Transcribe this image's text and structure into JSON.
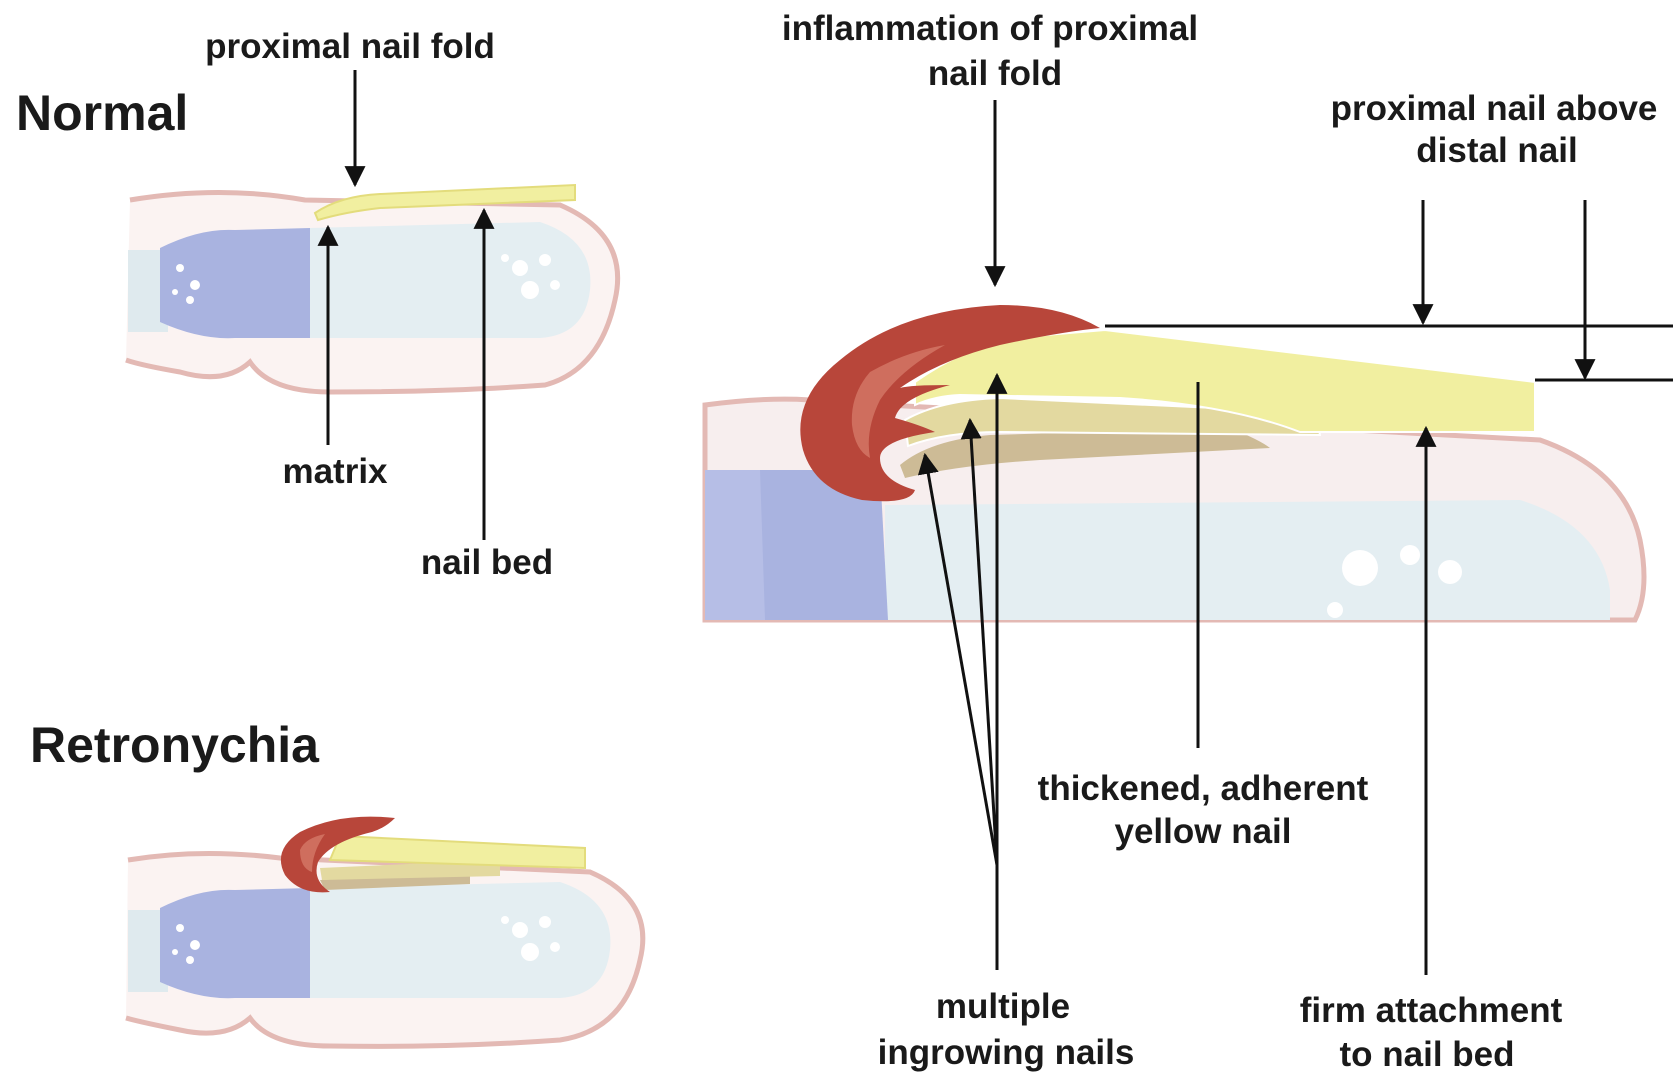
{
  "headings": {
    "normal": "Normal",
    "retronychia": "Retronychia"
  },
  "labels": {
    "normal_proximal_nail_fold": "proximal nail fold",
    "normal_matrix": "matrix",
    "normal_nail_bed": "nail bed",
    "inflammation_line1": "inflammation of proximal",
    "inflammation_line2": "nail fold",
    "proximal_above_line1": "proximal nail above",
    "proximal_above_line2": "distal nail",
    "thickened_line1": "thickened, adherent",
    "thickened_line2": "yellow nail",
    "multiple_line1": "multiple",
    "multiple_line2": "ingrowing nails",
    "firm_line1": "firm attachment",
    "firm_line2": "to nail bed"
  },
  "colors": {
    "skin_outline": "#e3b9b4",
    "bone_joint": "#a9b3e0",
    "bone_shaft": "#e4eef2",
    "nail_yellow": "#f1efa0",
    "nail_layer_mid": "#e3d9a0",
    "nail_layer_deep": "#cdbb96",
    "inflamed_fold": "#b8463a",
    "inflamed_inner": "#cf6e5e",
    "text": "#1a1a1a"
  }
}
